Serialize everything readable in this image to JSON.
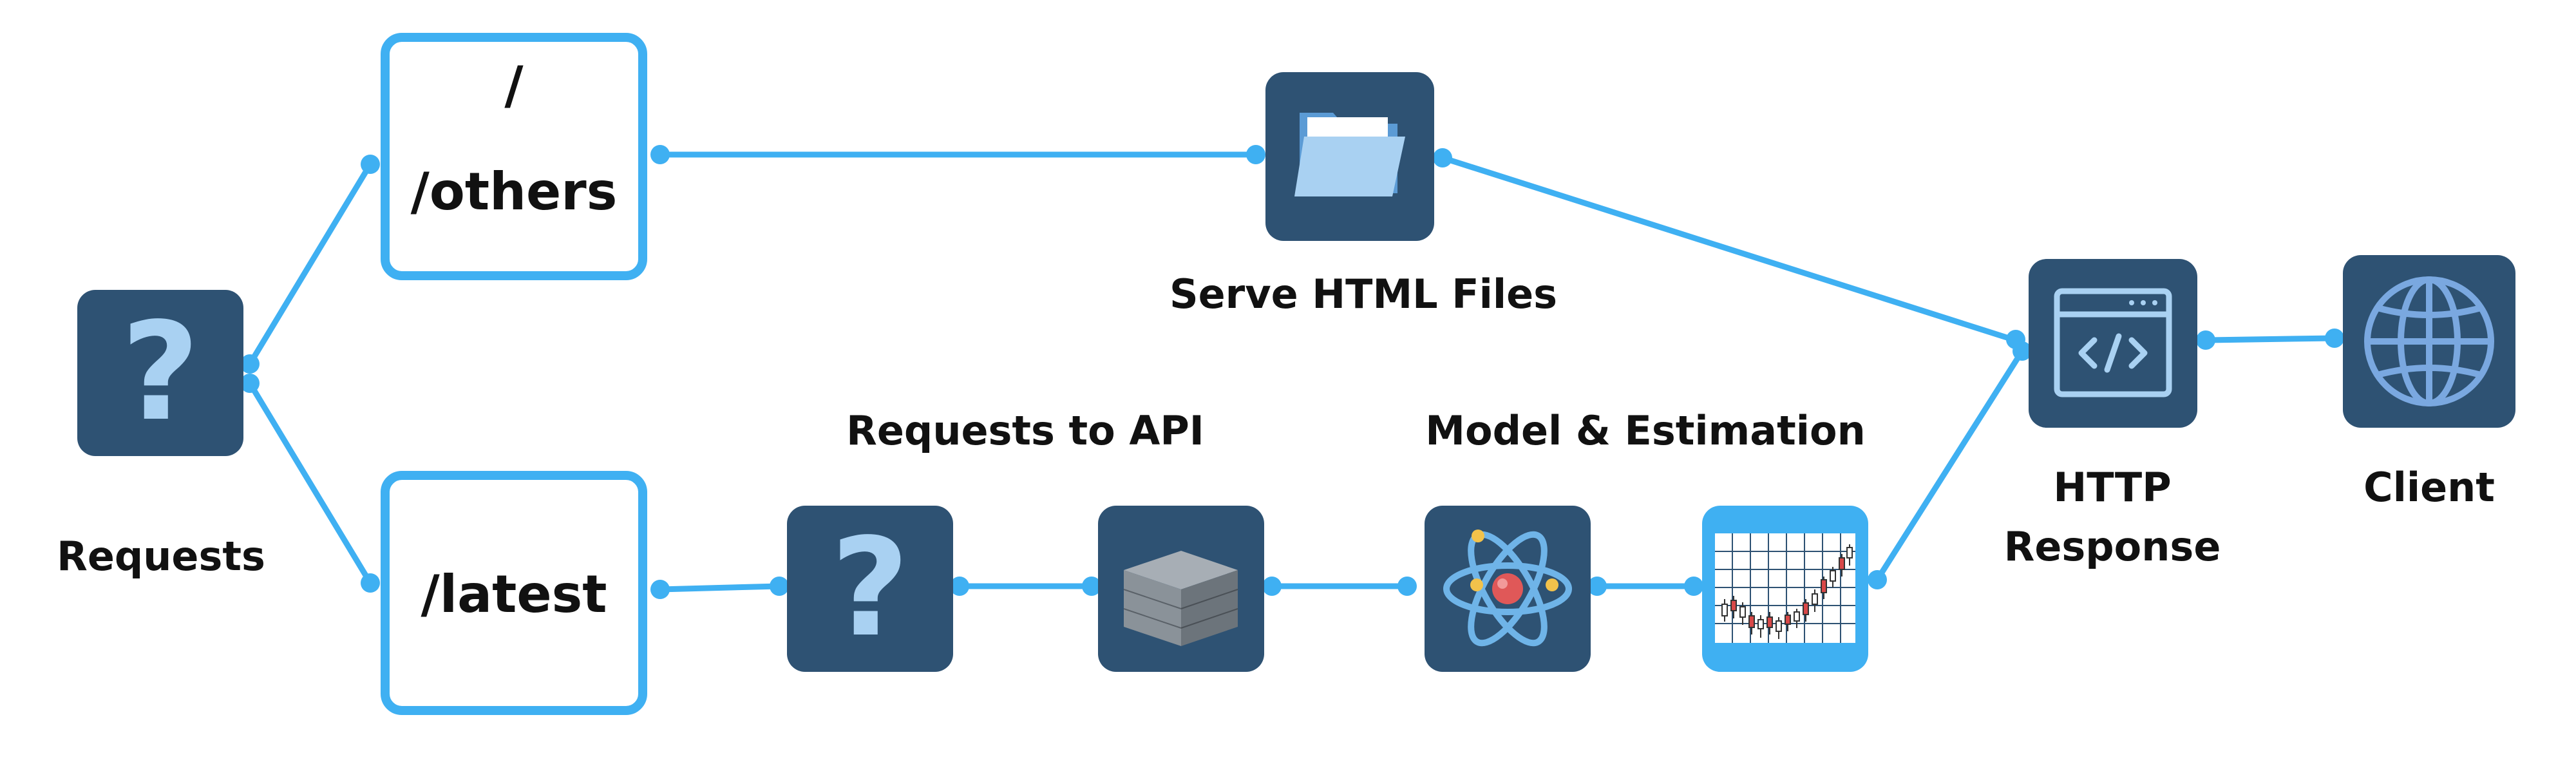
{
  "colors": {
    "accent": "#3fb0f2",
    "tile": "#2e5273",
    "icon_light": "#a9d1f2",
    "route_box_border": "#3fb0f2",
    "text": "#111111"
  },
  "nodes": {
    "requests": {
      "label": "Requests",
      "icon": "question-mark-icon"
    },
    "route_root": {
      "line1": "/",
      "line2": "/others"
    },
    "route_latest": {
      "label": "/latest"
    },
    "serve_html": {
      "label": "Serve HTML Files",
      "icon": "folder-icon"
    },
    "api_group": {
      "label": "Requests to API"
    },
    "api_request": {
      "icon": "question-mark-icon"
    },
    "api_server": {
      "icon": "server-icon"
    },
    "model_group": {
      "label": "Model & Estimation"
    },
    "model": {
      "icon": "atom-icon"
    },
    "estimation": {
      "icon": "candlestick-chart-icon"
    },
    "http_response": {
      "line1": "HTTP",
      "line2": "Response",
      "icon": "code-window-icon"
    },
    "client": {
      "label": "Client",
      "icon": "globe-icon"
    }
  }
}
